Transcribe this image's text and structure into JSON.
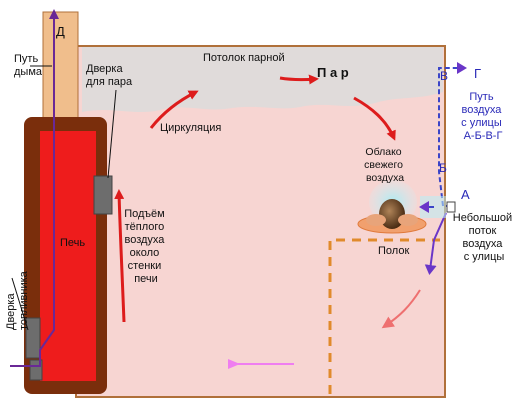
{
  "labels": {
    "smoke_path": [
      "Путь",
      "дыма"
    ],
    "steam_door": [
      "Дверка",
      "для пара"
    ],
    "ceiling": "Потолок парной",
    "steam": "П а р",
    "circulation": "Циркуляция",
    "fresh_air_cloud": [
      "Облако",
      "свежего",
      "воздуха"
    ],
    "outside_air_path": [
      "Путь",
      "воздуха",
      "с улицы",
      "А-Б-В-Г"
    ],
    "small_flow": [
      "Небольшой",
      "поток",
      "воздуха",
      "с улицы"
    ],
    "shelf": "Полок",
    "stove": "Печь",
    "warm_air_rise": [
      "Подъём",
      "тёплого",
      "воздуха",
      "около",
      "стенки",
      "печи"
    ],
    "firebox_door": [
      "Дверка",
      "топливника"
    ],
    "letter_A": "А",
    "letter_B": "Б",
    "letter_V": "В",
    "letter_G": "Г",
    "letter_D": "Д"
  },
  "colors": {
    "room_fill": "#f7d5d2",
    "room_border": "#b0703a",
    "stove_body": "#7a2e0c",
    "stove_fire": "#ee1c1c",
    "chimney": "#f0be8c",
    "steam_cloud": "#dcdcdc",
    "arrow_red": "#dd1c1c",
    "arrow_pink": "#ee7070",
    "arrow_violet": "#ef7ef0",
    "air_path": "#3b45c8",
    "smoke_line": "#6a2896",
    "shelf_dash": "#e08a2c"
  },
  "icons": [
    "door-handle-icon",
    "rock-icon",
    "air-inlet-icon"
  ]
}
